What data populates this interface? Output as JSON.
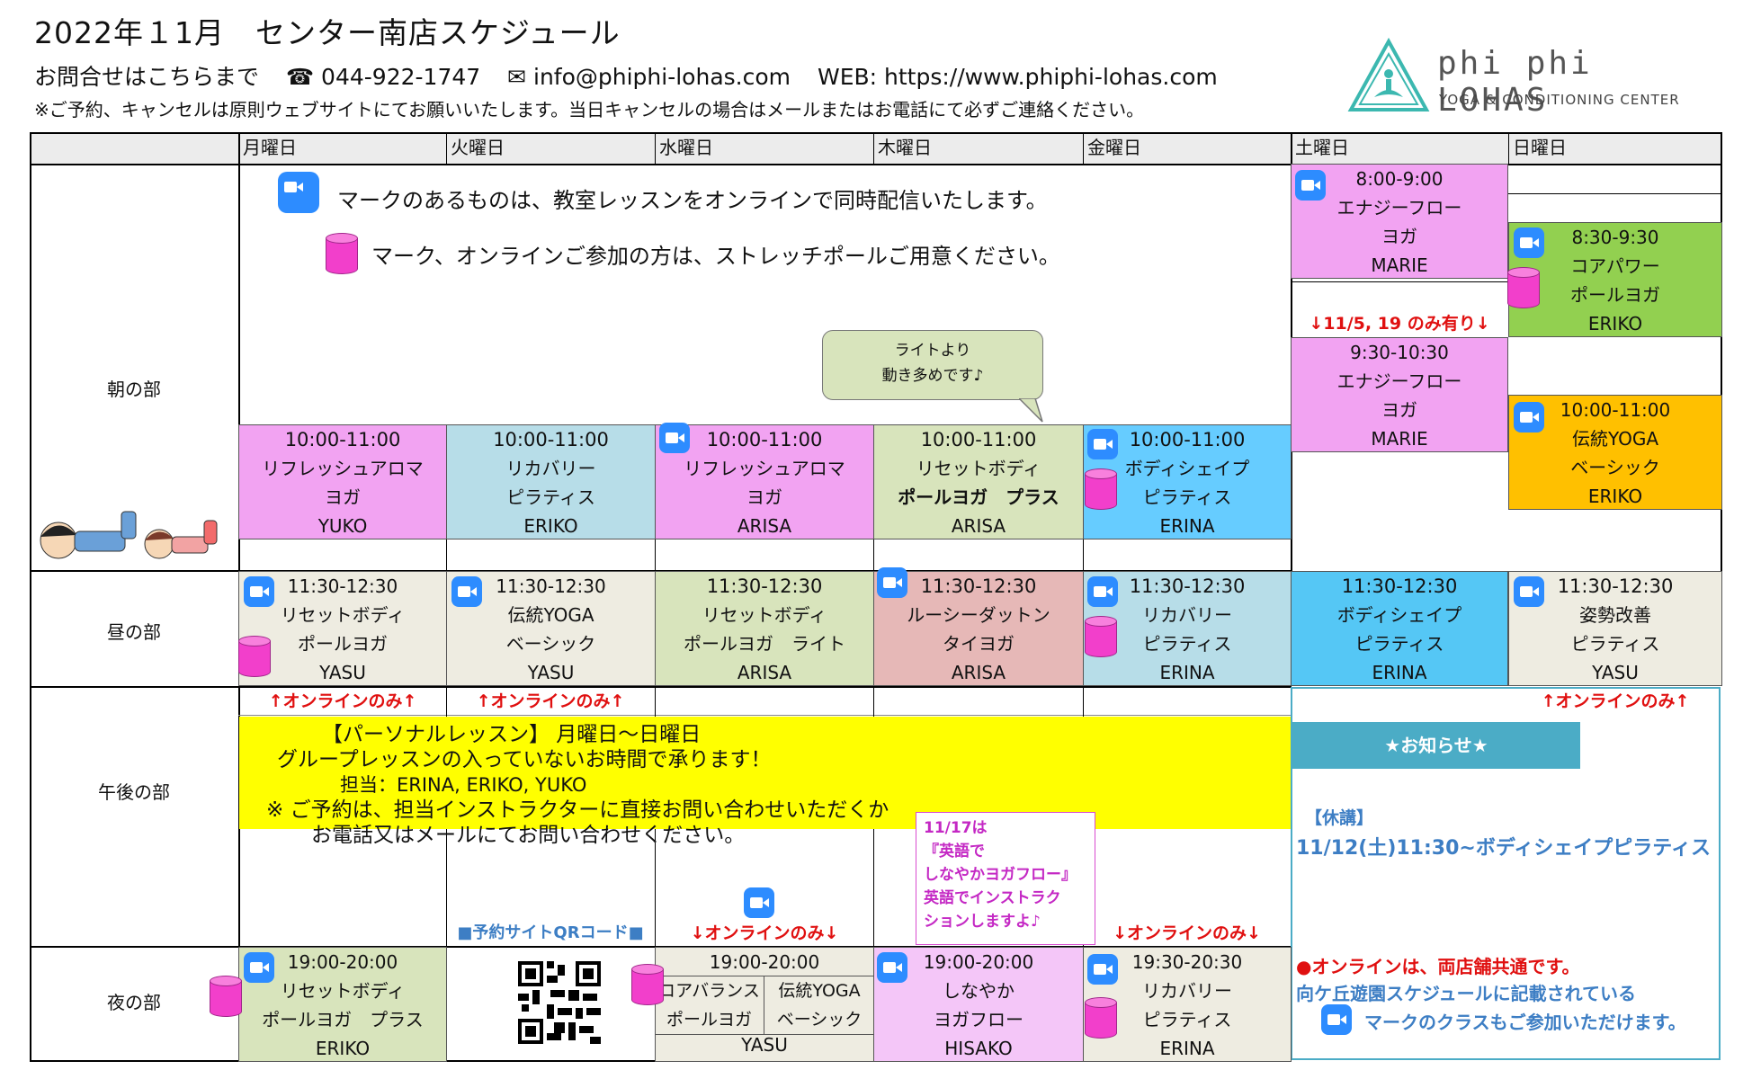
{
  "header": {
    "title": "2022年１1月　センター南店スケジュール",
    "contact_label": "お問合せはこちらまで",
    "phone": "☎ 044-922-1747",
    "email": "✉ info@phiphi-lohas.com",
    "web": "WEB: https://www.phiphi-lohas.com",
    "note": "※ご予約、キャンセルは原則ウェブサイトにてお願いいたします。当日キャンセルの場合はメールまたはお電話にて必ずご連絡ください。"
  },
  "logo": {
    "name": "phi phi LOHAS",
    "sub": "YOGA & CONDITIONING CENTER"
  },
  "days": [
    "月曜日",
    "火曜日",
    "水曜日",
    "木曜日",
    "金曜日",
    "土曜日",
    "日曜日"
  ],
  "periods": [
    "朝の部",
    "昼の部",
    "午後の部",
    "夜の部"
  ],
  "notices": {
    "zoom_note": "マークのあるものは、教室レッスンをオンラインで同時配信いたします。",
    "pole_note": "マーク、オンラインご参加の方は、ストレッチポールご用意ください。",
    "bubble": [
      "ライトより",
      "動き多めです♪"
    ],
    "sat_extra": "↓11/5, 19 のみ有り↓",
    "online_only_up": "↑オンラインのみ↑",
    "online_only_down": "↓オンラインのみ↓",
    "qr_label": "■予約サイトQRコード■"
  },
  "morning": {
    "mon": [
      "10:00-11:00",
      "リフレッシュアロマ",
      "ヨガ",
      "YUKO"
    ],
    "tue": [
      "10:00-11:00",
      "リカバリー",
      "ピラティス",
      "ERIKO"
    ],
    "wed": [
      "10:00-11:00",
      "リフレッシュアロマ",
      "ヨガ",
      "ARISA"
    ],
    "thu": [
      "10:00-11:00",
      "リセットボディ",
      "ポールヨガ　プラス",
      "ARISA"
    ],
    "fri": [
      "10:00-11:00",
      "ボディシェイプ",
      "ピラティス",
      "ERINA"
    ],
    "sat1": [
      "8:00-9:00",
      "エナジーフロー",
      "ヨガ",
      "MARIE"
    ],
    "sat2": [
      "9:30-10:30",
      "エナジーフロー",
      "ヨガ",
      "MARIE"
    ],
    "sun1": [
      "8:30-9:30",
      "コアパワー",
      "ポールヨガ",
      "ERIKO"
    ],
    "sun2": [
      "10:00-11:00",
      "伝統YOGA",
      "ベーシック",
      "ERIKO"
    ]
  },
  "noon": {
    "mon": [
      "11:30-12:30",
      "リセットボディ",
      "ポールヨガ",
      "YASU"
    ],
    "tue": [
      "11:30-12:30",
      "伝統YOGA",
      "ベーシック",
      "YASU"
    ],
    "wed": [
      "11:30-12:30",
      "リセットボディ",
      "ポールヨガ　ライト",
      "ARISA"
    ],
    "thu": [
      "11:30-12:30",
      "ルーシーダットン",
      "タイヨガ",
      "ARISA"
    ],
    "fri": [
      "11:30-12:30",
      "リカバリー",
      "ピラティス",
      "ERINA"
    ],
    "sat": [
      "11:30-12:30",
      "ボディシェイプ",
      "ピラティス",
      "ERINA"
    ],
    "sun": [
      "11:30-12:30",
      "姿勢改善",
      "ピラティス",
      "YASU"
    ]
  },
  "personal": {
    "l1": "【パーソナルレッスン】 月曜日～日曜日",
    "l2": "グループレッスンの入っていないお時間で承ります！",
    "l3": "担当：ERINA,  ERIKO, YUKO",
    "l4": "※ ご予約は、担当インストラクターに直接お問い合わせいただくか",
    "l5": "お電話又はメールにてお問い合わせください。"
  },
  "english_note": [
    "11/17は",
    "『英語で",
    "しなやかヨガフロー』",
    "英語でインストラク",
    "ションしますよ♪"
  ],
  "info": {
    "title": "★お知らせ★",
    "closed_label": "【休講】",
    "closed_item": "11/12(土)11:30~ボディシェイプピラティス",
    "online_l1": "●オンラインは、両店舗共通です。",
    "online_l2": "向ケ丘遊園スケジュールに記載されている",
    "online_l3": "マークのクラスもご参加いただけます。"
  },
  "night": {
    "mon": [
      "19:00-20:00",
      "リセットボディ",
      "ポールヨガ　プラス",
      "ERIKO"
    ],
    "wed_time": "19:00-20:00",
    "wed_a": [
      "コアバランス",
      "ポールヨガ"
    ],
    "wed_b": [
      "伝統YOGA",
      "ベーシック"
    ],
    "wed_inst": "YASU",
    "thu": [
      "19:00-20:00",
      "しなやか",
      "ヨガフロー",
      "HISAKO"
    ],
    "fri": [
      "19:30-20:30",
      "リカバリー",
      "ピラティス",
      "ERINA"
    ]
  },
  "colors": {
    "pink": "#f2a3f2",
    "lightblue": "#b7dde8",
    "green": "#d8e4bc",
    "cyan": "#66ccff",
    "lime": "#92d050",
    "orange": "#ffc000",
    "beige": "#eeece1",
    "rose": "#e6b8b7",
    "sky": "#55c7f5",
    "yellow": "#ffff00",
    "lavender": "#f4c6f8",
    "infobar": "#4bacc6"
  }
}
